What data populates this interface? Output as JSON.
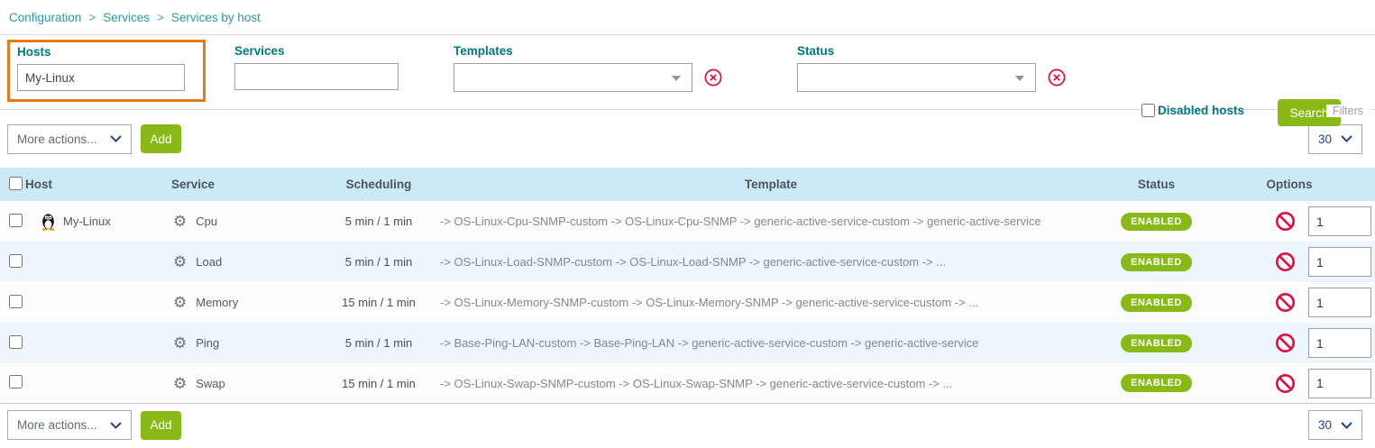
{
  "breadcrumb": {
    "items": [
      "Configuration",
      "Services",
      "Services by host"
    ],
    "separator": ">"
  },
  "filters": {
    "hosts": {
      "label": "Hosts",
      "value": "My-Linux"
    },
    "services": {
      "label": "Services",
      "value": ""
    },
    "templates": {
      "label": "Templates",
      "value": ""
    },
    "status": {
      "label": "Status",
      "value": ""
    },
    "disabled_hosts_label": "Disabled hosts",
    "search_label": "Search",
    "filters_caption": "Filters"
  },
  "toolbar": {
    "more_actions_label": "More actions...",
    "add_label": "Add",
    "page_size": "30"
  },
  "table": {
    "headers": {
      "host": "Host",
      "service": "Service",
      "scheduling": "Scheduling",
      "template": "Template",
      "status": "Status",
      "options": "Options"
    },
    "rows": [
      {
        "host": "My-Linux",
        "service": "Cpu",
        "scheduling": "5 min / 1 min",
        "template": "-> OS-Linux-Cpu-SNMP-custom -> OS-Linux-Cpu-SNMP -> generic-active-service-custom -> generic-active-service",
        "status": "ENABLED",
        "options": "1"
      },
      {
        "host": "",
        "service": "Load",
        "scheduling": "5 min / 1 min",
        "template": "-> OS-Linux-Load-SNMP-custom -> OS-Linux-Load-SNMP -> generic-active-service-custom -> ...",
        "status": "ENABLED",
        "options": "1"
      },
      {
        "host": "",
        "service": "Memory",
        "scheduling": "15 min / 1 min",
        "template": "-> OS-Linux-Memory-SNMP-custom -> OS-Linux-Memory-SNMP -> generic-active-service-custom -> ...",
        "status": "ENABLED",
        "options": "1"
      },
      {
        "host": "",
        "service": "Ping",
        "scheduling": "5 min / 1 min",
        "template": "-> Base-Ping-LAN-custom -> Base-Ping-LAN -> generic-active-service-custom -> generic-active-service",
        "status": "ENABLED",
        "options": "1"
      },
      {
        "host": "",
        "service": "Swap",
        "scheduling": "15 min / 1 min",
        "template": "-> OS-Linux-Swap-SNMP-custom -> OS-Linux-Swap-SNMP -> generic-active-service-custom -> ...",
        "status": "ENABLED",
        "options": "1"
      }
    ]
  },
  "colors": {
    "accent_green": "#88b917",
    "accent_orange": "#e87b17",
    "accent_red": "#e00b3d",
    "label_teal": "#00787f",
    "breadcrumb_teal": "#2b98a8",
    "table_header_blue": "#cbe9f7"
  }
}
